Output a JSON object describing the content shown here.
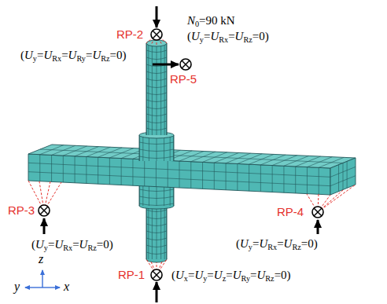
{
  "diagram": {
    "labels": [
      "N0=90 kN",
      "RP-2",
      "(Uy=URx=URz=0)",
      "(Uy=URx=URy=URz=0)",
      "RP-5",
      "RP-3",
      "RP-4",
      "(Uy=URx=URz=0)",
      "(Uy=URx=URz=0)",
      "RP-1",
      "(Ux=Uy=Uz=URy=URz=0)",
      "z",
      "y",
      "x"
    ]
  }
}
